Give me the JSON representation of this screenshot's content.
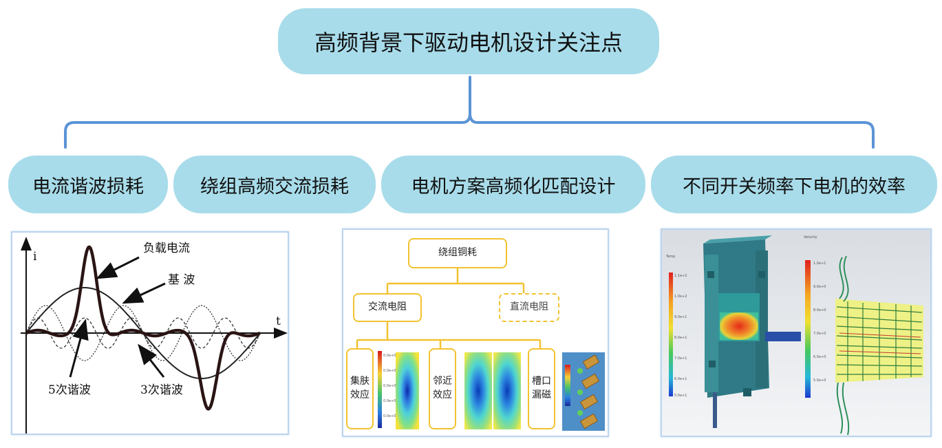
{
  "root": {
    "title": "高频背景下驱动电机设计关注点"
  },
  "categories": [
    {
      "label": "电流谐波损耗"
    },
    {
      "label": "绕组高频交流损耗"
    },
    {
      "label": "电机方案高频化匹配设计"
    },
    {
      "label": "不同开关频率下电机的效率"
    }
  ],
  "harmonic_plot": {
    "y_axis_label": "i",
    "x_axis_label": "t",
    "annotations": {
      "load_current": "负载电流",
      "fundamental": "基 波",
      "fifth_harmonic": "5次谐波",
      "third_harmonic": "3次谐波"
    },
    "colors": {
      "load_current": "#2a1414",
      "fundamental": "#222222",
      "harmonic": "#333333"
    }
  },
  "copper_loss_tree": {
    "root": "绕组铜耗",
    "ac_resistance": "交流电阻",
    "dc_resistance": "直流电阻",
    "leaves": [
      {
        "label": "集肤效应",
        "line1": "集肤",
        "line2": "效应"
      },
      {
        "label": "邻近效应",
        "line1": "邻近",
        "line2": "效应"
      },
      {
        "label": "槽口漏磁",
        "line1": "槽口",
        "line2": "漏磁"
      }
    ],
    "colors": {
      "box_border": "#f2c230"
    }
  },
  "thermal_panel": {
    "description": "motor thermal simulation renders"
  },
  "colors": {
    "pill_fill": "#a8dcea",
    "connector": "#5b93d6",
    "panel_border": "#bcd4ef"
  }
}
